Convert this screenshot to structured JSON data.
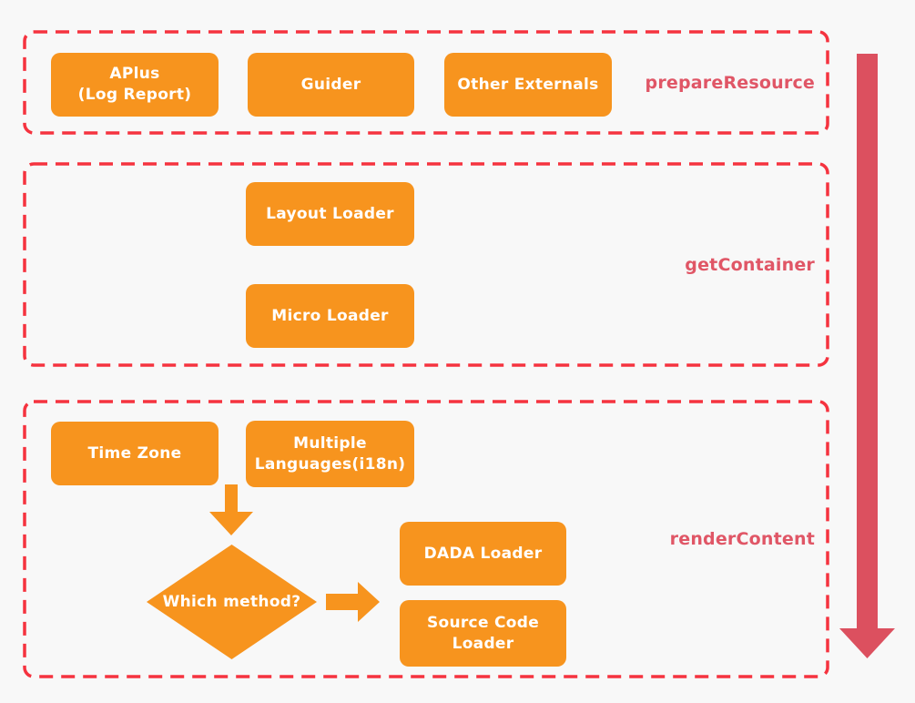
{
  "colors": {
    "background": "#F8F8F8",
    "node_orange": "#F7941E",
    "dashed_border_red": "#F5333F",
    "phase_label_rose": "#E05666",
    "flow_arrow_rose": "#DC505F",
    "node_text_white": "#FFFFFF"
  },
  "sections": {
    "prepare_resource": {
      "label": "prepareResource",
      "boxes": {
        "aplus": "APlus\n(Log Report)",
        "guider": "Guider",
        "other_externals": "Other Externals"
      }
    },
    "get_container": {
      "label": "getContainer",
      "boxes": {
        "layout_loader": "Layout Loader",
        "micro_loader": "Micro Loader"
      }
    },
    "render_content": {
      "label": "renderContent",
      "boxes": {
        "time_zone": "Time Zone",
        "multiple_languages": "Multiple\nLanguages(i18n)",
        "dada_loader": "DADA Loader",
        "source_code_loader": "Source Code\nLoader"
      },
      "decision": "Which method?"
    }
  },
  "icons": {
    "flow_direction_arrow": "large-down-arrow",
    "decision_input_arrow": "down-arrow",
    "decision_output_arrow": "right-arrow"
  }
}
